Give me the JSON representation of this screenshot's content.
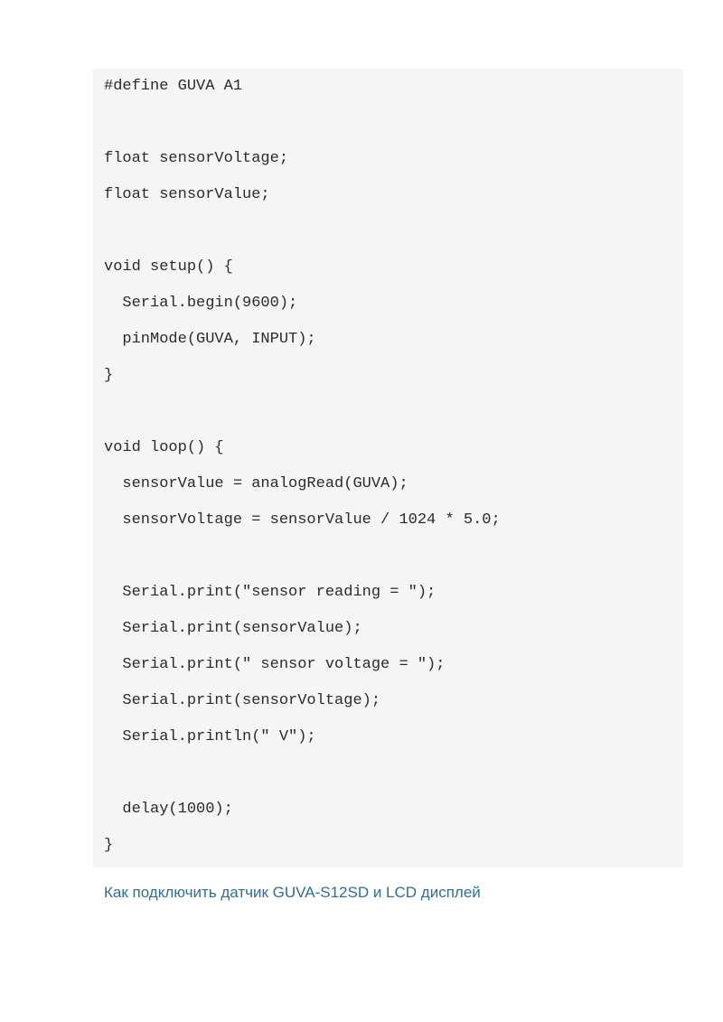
{
  "code": {
    "language": "arduino",
    "lines": [
      "#define GUVA A1",
      "",
      "float sensorVoltage;",
      "float sensorValue;",
      "",
      "void setup() {",
      "  Serial.begin(9600);",
      "  pinMode(GUVA, INPUT);",
      "}",
      "",
      "void loop() {",
      "  sensorValue = analogRead(GUVA);",
      "  sensorVoltage = sensorValue / 1024 * 5.0;",
      "",
      "  Serial.print(\"sensor reading = \");",
      "  Serial.print(sensorValue);",
      "  Serial.print(\" sensor voltage = \");",
      "  Serial.print(sensorVoltage);",
      "  Serial.println(\" V\");",
      "",
      "  delay(1000);",
      "}"
    ]
  },
  "link": {
    "text": "Как подключить датчик GUVA-S12SD и LCD дисплей",
    "color": "#2d6f9c"
  },
  "colors": {
    "code_background": "#f5f5f5",
    "code_text": "#2b2b2b"
  }
}
